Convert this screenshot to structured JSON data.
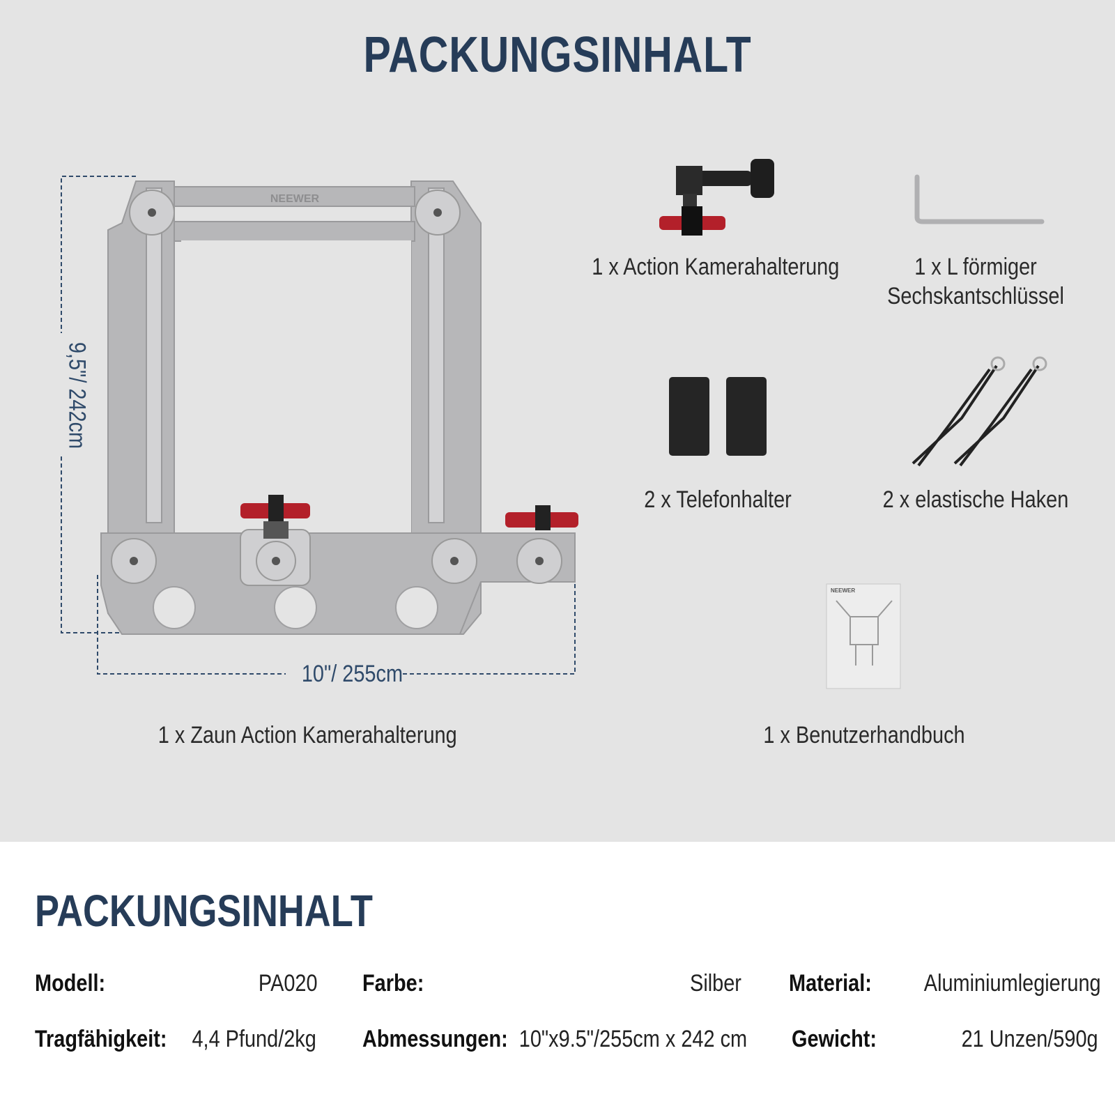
{
  "header": {
    "title": "PACKUNGSINHALT"
  },
  "items": [
    {
      "label": "1 x Action Kamerahalterung"
    },
    {
      "label_line1": "1 x L förmiger",
      "label_line2": "Sechskantschlüssel"
    },
    {
      "label": "2 x Telefonhalter"
    },
    {
      "label": "2 x elastische Haken"
    },
    {
      "label": "1 x Zaun Action Kamerahalterung"
    },
    {
      "label": "1 x Benutzerhandbuch"
    }
  ],
  "dimensions": {
    "height": "9,5\"/ 242cm",
    "width": "10\"/ 255cm"
  },
  "brand": "NEEWER",
  "specs": {
    "title": "PACKUNGSINHALT",
    "rows": [
      [
        {
          "label": "Modell:",
          "value": "PA020"
        },
        {
          "label": "Farbe:",
          "value": "Silber"
        },
        {
          "label": "Material:",
          "value": "Aluminiumlegierung"
        }
      ],
      [
        {
          "label": "Tragfähigkeit:",
          "value": "4,4 Pfund/2kg"
        },
        {
          "label": "Abmessungen:",
          "value": "10\"x9.5\"/255cm x 242 cm"
        },
        {
          "label": "Gewicht:",
          "value": "21 Unzen/590g"
        }
      ]
    ]
  },
  "colors": {
    "title": "#263c58",
    "background": "#e4e4e4",
    "accent_red": "#b3202a"
  }
}
